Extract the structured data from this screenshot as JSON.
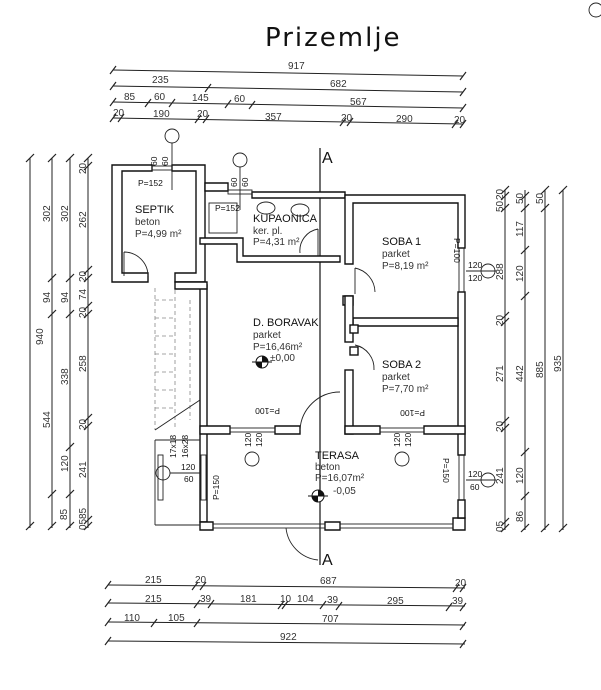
{
  "title": "Prizemlje",
  "dimensions": {
    "top": {
      "row1": [
        "917"
      ],
      "row2": [
        "235",
        "682"
      ],
      "row3": [
        "85",
        "60",
        "145",
        "60",
        "567"
      ],
      "row4": [
        "20",
        "190",
        "20",
        "357",
        "20",
        "290",
        "20"
      ]
    },
    "left": {
      "col1": [
        "940"
      ],
      "col2": [
        "302",
        "94",
        "544",
        "85"
      ],
      "col3": [
        "302",
        "94",
        "338",
        "120",
        "85"
      ],
      "col4": [
        "20",
        "262",
        "20",
        "74",
        "20",
        "258",
        "20",
        "241",
        "05"
      ]
    },
    "right": {
      "col1": [
        "20",
        "50",
        "288",
        "20",
        "271",
        "20",
        "241",
        "05"
      ],
      "col2": [
        "50",
        "117",
        "120",
        "442",
        "120",
        "86"
      ],
      "col3": [
        "50",
        "885"
      ],
      "col4": [
        "935"
      ]
    },
    "bottom": {
      "row1": [
        "215",
        "20",
        "687",
        "20"
      ],
      "row2": [
        "215",
        "39",
        "181",
        "10",
        "104",
        "39",
        "295",
        "39"
      ],
      "row3": [
        "110",
        "105",
        "707"
      ],
      "row4": [
        "922"
      ]
    }
  },
  "rooms": [
    {
      "name": "SEPTIK",
      "floor": "beton",
      "area": "P=4,99 m²"
    },
    {
      "name": "KUPAONICA",
      "floor": "ker. pl.",
      "area": "P=4,31 m²"
    },
    {
      "name": "SOBA 1",
      "floor": "parket",
      "area": "P=8,19 m²"
    },
    {
      "name": "D. BORAVAK",
      "floor": "parket",
      "area": "P=16,46m²",
      "level": "±0,00"
    },
    {
      "name": "SOBA 2",
      "floor": "parket",
      "area": "P=7,70 m²"
    },
    {
      "name": "TERASA",
      "floor": "beton",
      "area": "P=16,07m²",
      "level": "-0,05"
    }
  ],
  "openings": {
    "septik_window": "P=152",
    "bath_window": "P=152",
    "soba1_window": "P=100",
    "boravak_window": "P=100",
    "soba2_window": "P=100",
    "terasa_left": "P=150",
    "terasa_right": "P=150",
    "win_60a": "60",
    "win_60b": "60",
    "win_60c": "60",
    "win_60d": "60",
    "w120_a": "120",
    "w120_b": "120",
    "w120_c": "120",
    "w120_d": "120",
    "w120_e": "120",
    "w120_f": "120",
    "w_left_top": "120",
    "w_left_bot": "60",
    "w_right_top": "120",
    "w_right_bot": "60"
  },
  "stairs": {
    "a": "17x18",
    "b": "16x28"
  },
  "section": {
    "top": "A",
    "bottom": "A"
  }
}
